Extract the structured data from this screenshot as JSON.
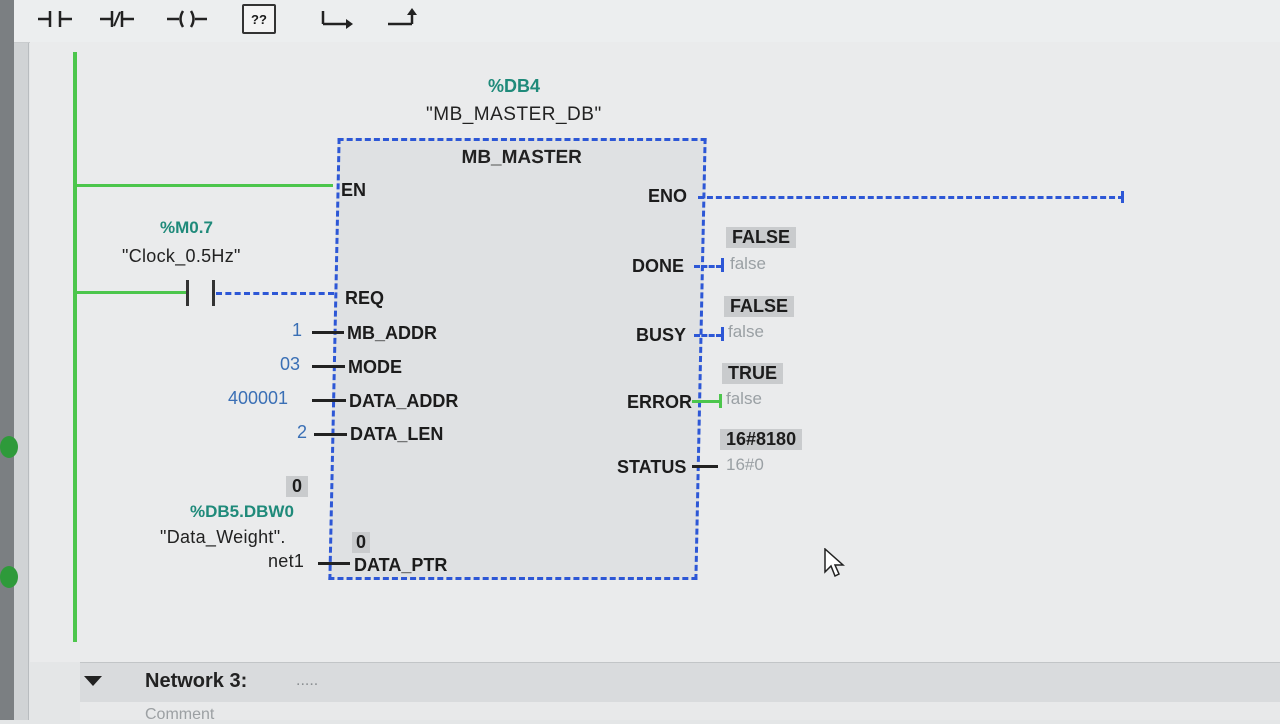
{
  "toolbar": {
    "buttons": [
      {
        "name": "no-contact-icon"
      },
      {
        "name": "nc-contact-icon"
      },
      {
        "name": "coil-icon"
      },
      {
        "name": "empty-box-icon",
        "label": "??"
      },
      {
        "name": "open-branch-icon"
      },
      {
        "name": "close-branch-icon"
      }
    ]
  },
  "block": {
    "instance_db": "%DB4",
    "instance_name": "\"MB_MASTER_DB\"",
    "title": "MB_MASTER",
    "inputs": {
      "en": "EN",
      "req": "REQ",
      "mb_addr": "MB_ADDR",
      "mode": "MODE",
      "data_addr": "DATA_ADDR",
      "data_len": "DATA_LEN",
      "data_ptr": "DATA_PTR",
      "data_ptr_monitor": "0"
    },
    "outputs": {
      "eno": "ENO",
      "done": "DONE",
      "busy": "BUSY",
      "error": "ERROR",
      "status": "STATUS"
    }
  },
  "req_tag": {
    "address": "%M0.7",
    "name": "\"Clock_0.5Hz\""
  },
  "constants": {
    "mb_addr": "1",
    "mode": "03",
    "data_addr": "400001",
    "data_len": "2"
  },
  "data_ptr_tag": {
    "monitor": "0",
    "address": "%DB5.DBW0",
    "name": "\"Data_Weight\".",
    "member": "net1"
  },
  "monitors": {
    "done": {
      "value": "FALSE",
      "default": "false"
    },
    "busy": {
      "value": "FALSE",
      "default": "false"
    },
    "error": {
      "value": "TRUE",
      "default": "false"
    },
    "status": {
      "value": "16#8180",
      "default": "16#0"
    }
  },
  "network": {
    "title": "Network 3:",
    "dots": ".....",
    "comment": "Comment"
  },
  "colors": {
    "power_flow": "#4cc64c",
    "no_flow": "#2d57d6",
    "tag_address": "#1f8a7a"
  }
}
